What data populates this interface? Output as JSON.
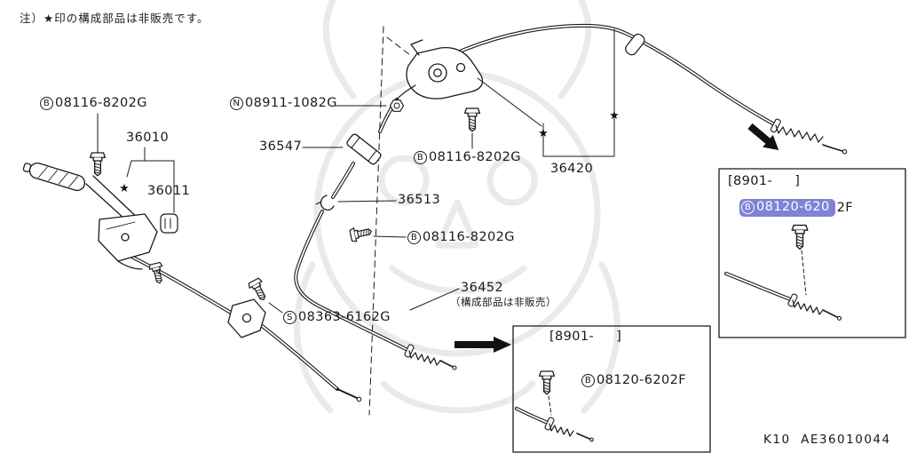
{
  "page": {
    "note": "注）★印の構成部品は非販売です。",
    "drawing_number": "K10  AE36010044"
  },
  "symbols": {
    "star": "★"
  },
  "colors": {
    "line": "#1a1a1a",
    "highlight_fill": "#7e83d6",
    "highlight_text": "#ffffff",
    "watermark": "#eaeaea"
  },
  "callouts": {
    "bolt_lever": {
      "prefix": "B",
      "number": "08116-8202G"
    },
    "lever": {
      "number": "36010"
    },
    "clamp": {
      "number": "36011"
    },
    "nut_equalizer": {
      "prefix": "N",
      "number": "08911-1082G"
    },
    "adjuster": {
      "number": "36547"
    },
    "bolt_equalizer": {
      "prefix": "B",
      "number": "08116-8202G"
    },
    "rear_cable": {
      "number": "36420"
    },
    "clip": {
      "number": "36513"
    },
    "bolt_clip": {
      "prefix": "B",
      "number": "08116-8202G"
    },
    "front_cable": {
      "number": "36452",
      "note": "（構成部品は非販売）"
    },
    "screw_bracket": {
      "prefix": "S",
      "number": "08363-6162G"
    }
  },
  "insets": {
    "right": {
      "date_range": "[8901-     ]",
      "part": {
        "prefix": "B",
        "highlighted": "08120-620",
        "suffix": "2F"
      }
    },
    "bottom": {
      "date_range": "[8901-     ]",
      "part": {
        "prefix": "B",
        "number": "08120-6202F"
      }
    }
  }
}
